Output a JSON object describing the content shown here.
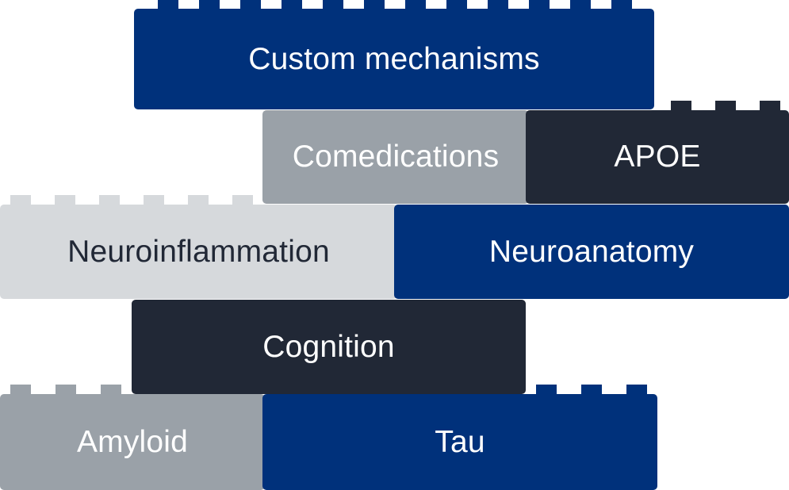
{
  "bricks": [
    {
      "id": "custom-mechanisms",
      "label": "Custom mechanisms",
      "color": "#00317b",
      "text_color": "#ffffff"
    },
    {
      "id": "comedications",
      "label": "Comedications",
      "color": "#9aa1a8",
      "text_color": "#ffffff"
    },
    {
      "id": "apoe",
      "label": "APOE",
      "color": "#212836",
      "text_color": "#ffffff"
    },
    {
      "id": "neuroinflammation",
      "label": "Neuroinflammation",
      "color": "#d6d9dc",
      "text_color": "#212836"
    },
    {
      "id": "neuroanatomy",
      "label": "Neuroanatomy",
      "color": "#00317b",
      "text_color": "#ffffff"
    },
    {
      "id": "cognition",
      "label": "Cognition",
      "color": "#212836",
      "text_color": "#ffffff"
    },
    {
      "id": "amyloid",
      "label": "Amyloid",
      "color": "#9aa1a8",
      "text_color": "#ffffff"
    },
    {
      "id": "tau",
      "label": "Tau",
      "color": "#00317b",
      "text_color": "#ffffff"
    }
  ]
}
